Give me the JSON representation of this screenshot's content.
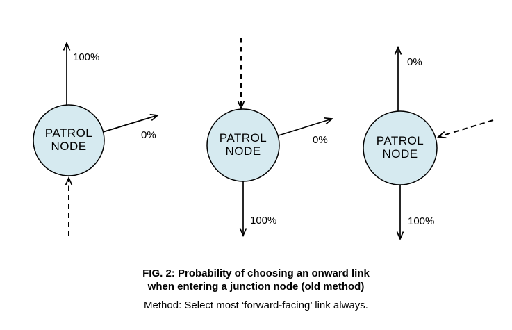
{
  "figure": {
    "caption_line1": "FIG. 2: Probability of choosing an onward link",
    "caption_line2": "when entering a junction node (old method)",
    "method_note": "Method: Select most ‘forward-facing’ link always."
  },
  "nodes": {
    "left": {
      "label_line1": "PATROL",
      "label_line2": "NODE",
      "out_up_label": "100%",
      "out_diagonal_label": "0%"
    },
    "middle": {
      "label_line1": "PATROL",
      "label_line2": "NODE",
      "out_diagonal_label": "0%",
      "out_down_label": "100%"
    },
    "right": {
      "label_line1": "PATROL",
      "label_line2": "NODE",
      "out_up_label": "0%",
      "out_down_label": "100%"
    }
  },
  "colors": {
    "node_fill": "#d6eaf0",
    "line": "#000000",
    "background": "#ffffff"
  }
}
